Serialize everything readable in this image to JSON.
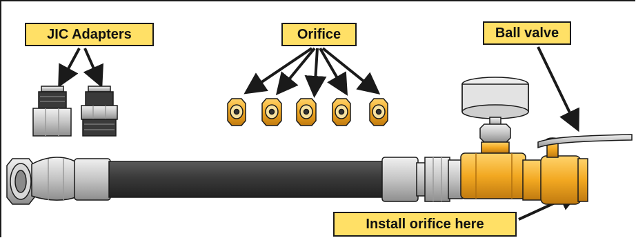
{
  "callouts": {
    "jic_adapters": "JIC Adapters",
    "orifice": "Orifice",
    "ball_valve": "Ball valve",
    "install_orifice": "Install orifice here"
  },
  "colors": {
    "callout_fill": "#ffe066",
    "outline": "#1a1a1a",
    "hose": "#3a3a3a",
    "brass": "#f2b233",
    "steel": "#c9c9c9",
    "gauge_face": "#e6e6e6"
  },
  "icons": [
    "jic-adapter-icon",
    "orifice-icon",
    "hose-icon",
    "pressure-gauge-icon",
    "ball-valve-icon"
  ]
}
